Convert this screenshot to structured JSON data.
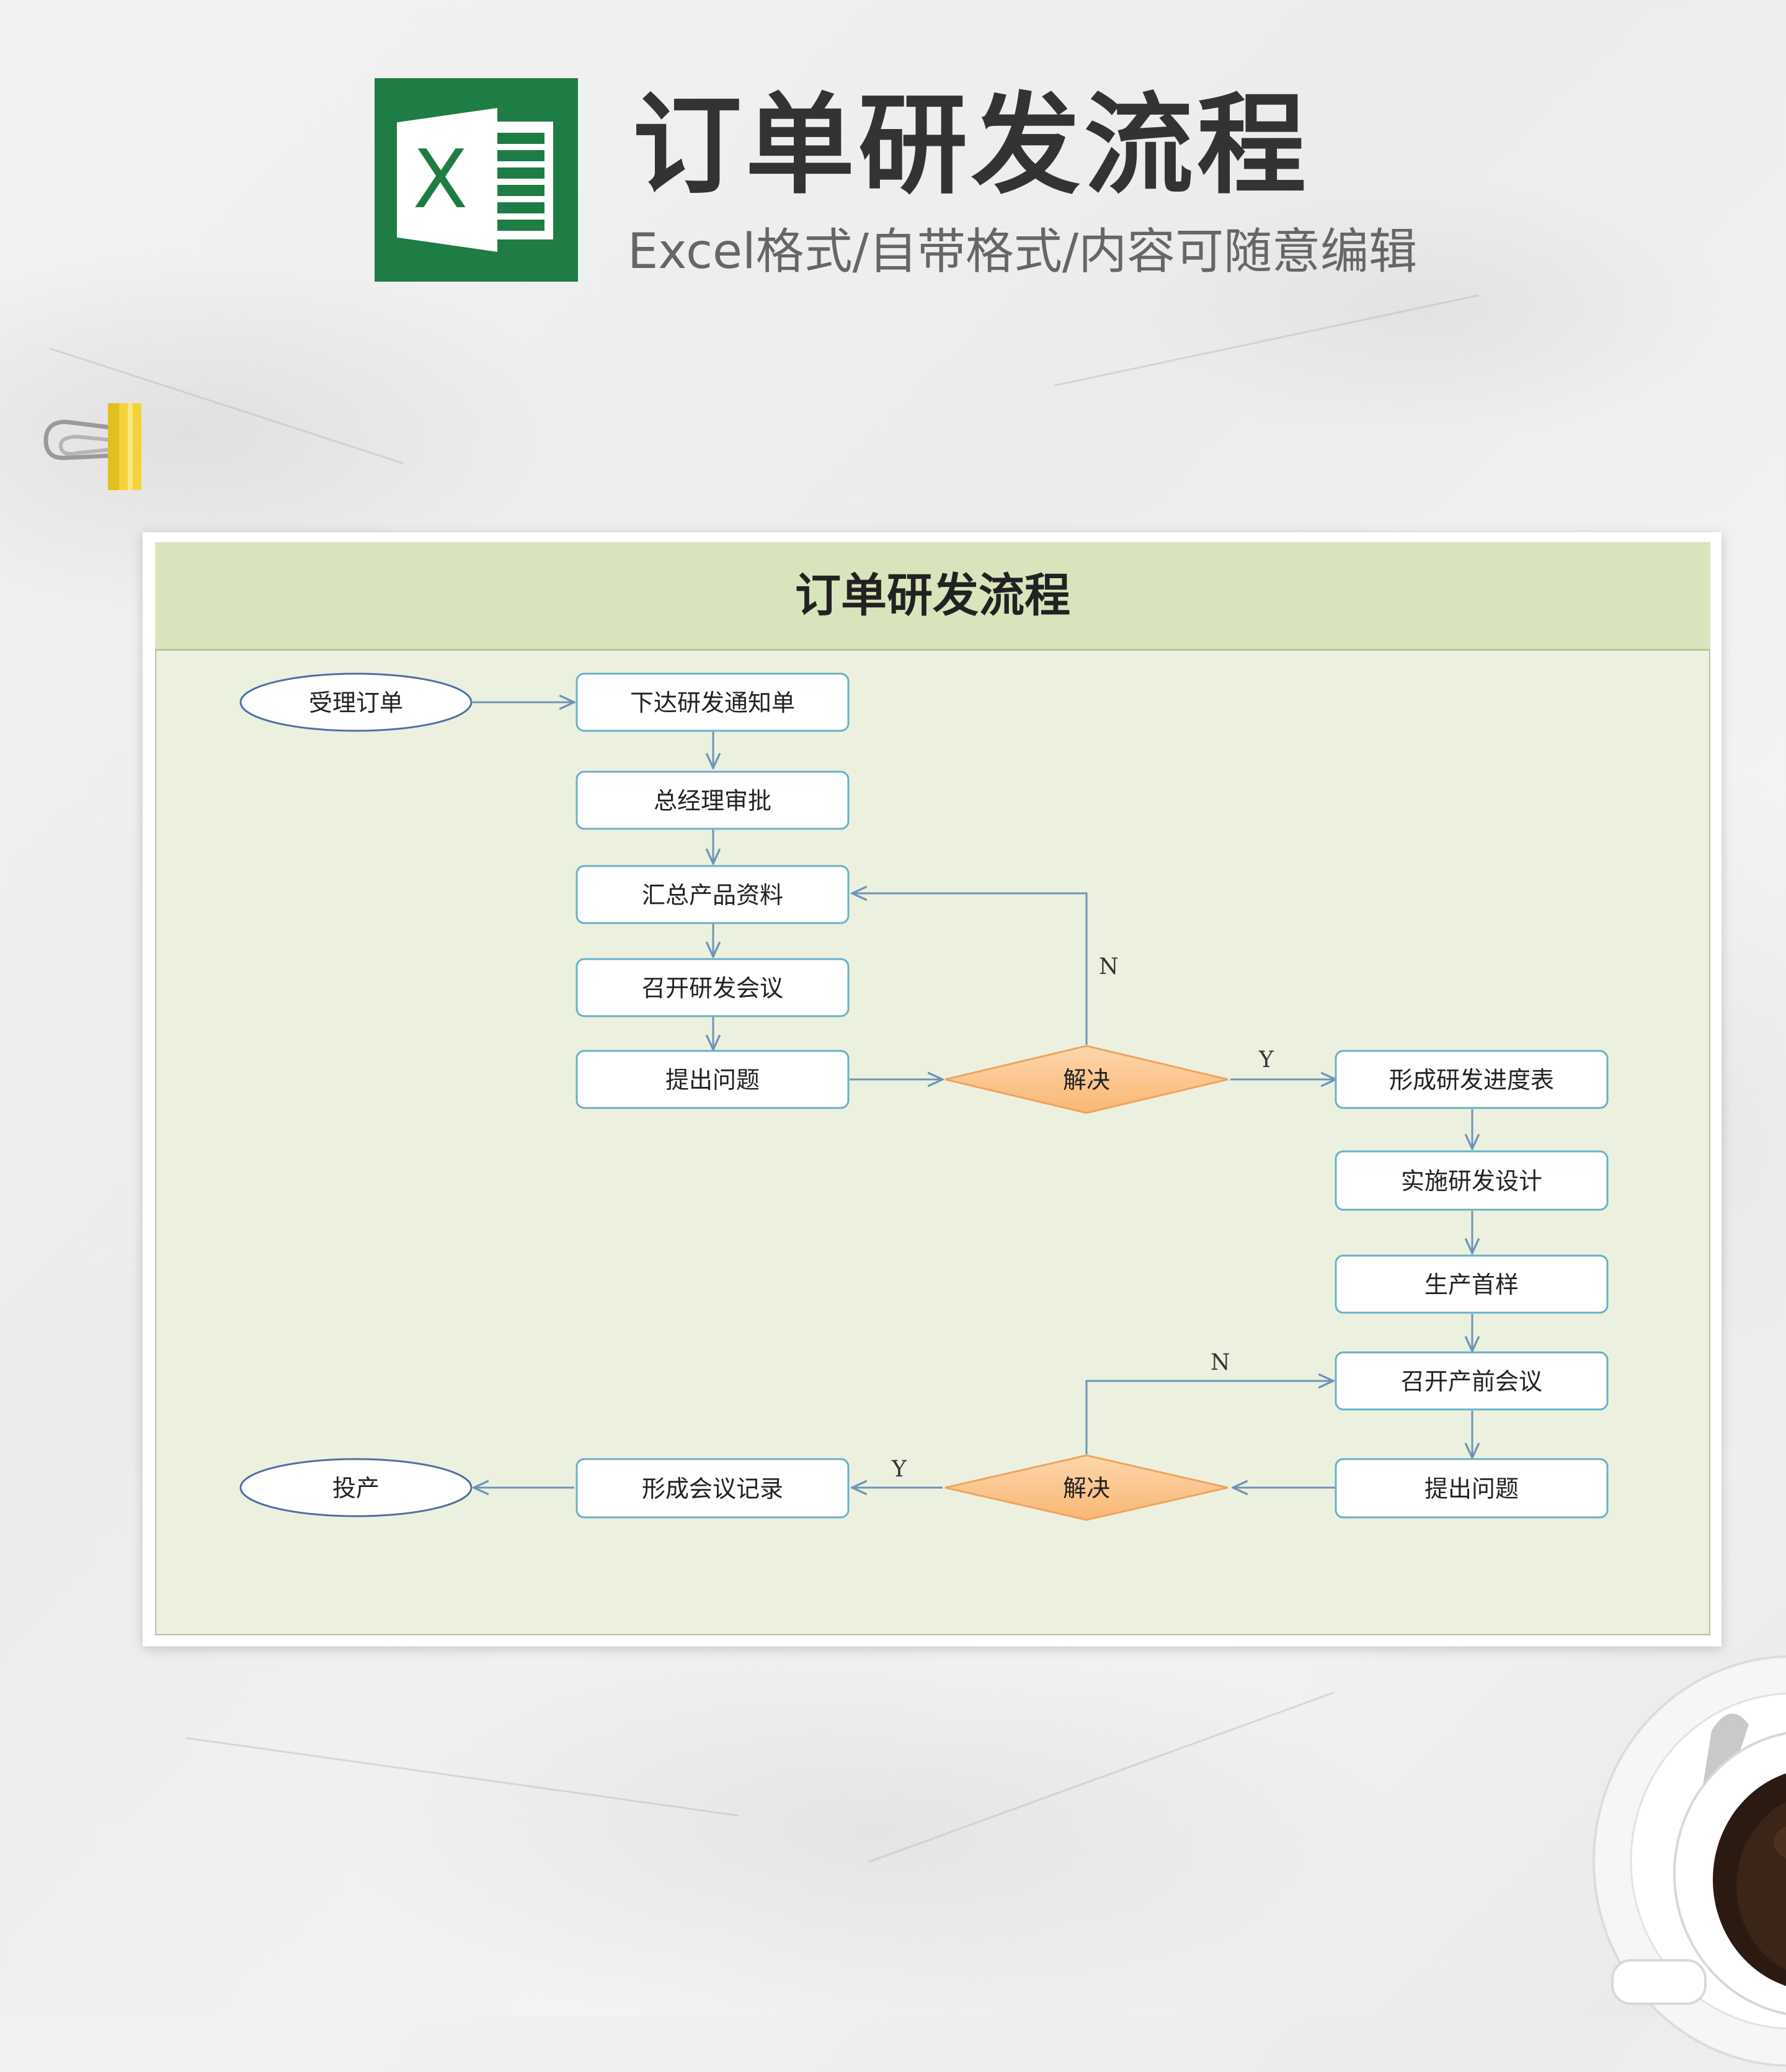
{
  "header": {
    "logo_letter": "X",
    "title": "订单研发流程",
    "subtitle": "Excel格式/自带格式/内容可随意编辑"
  },
  "sheet": {
    "title": "订单研发流程",
    "nodes": {
      "start": "受理订单",
      "issue_notice": "下达研发通知单",
      "gm_approval": "总经理审批",
      "collect_data": "汇总产品资料",
      "rd_meeting": "召开研发会议",
      "raise_issue_1": "提出问题",
      "decision_1": "解决",
      "schedule": "形成研发进度表",
      "implement": "实施研发设计",
      "first_sample": "生产首样",
      "preprod_meeting": "召开产前会议",
      "raise_issue_2": "提出问题",
      "decision_2": "解决",
      "minutes": "形成会议记录",
      "end": "投产"
    },
    "edge_labels": {
      "d1_no": "N",
      "d1_yes": "Y",
      "d2_no": "N",
      "d2_yes": "Y"
    }
  },
  "colors": {
    "excel_green": "#1e7d45",
    "header_fill": "#d8e4bc",
    "body_fill": "#ebf1de",
    "box_border": "#6ab0c8",
    "arrow": "#6f93b8",
    "decision_fill": "#fbc48d",
    "decision_border": "#f0a35e"
  }
}
